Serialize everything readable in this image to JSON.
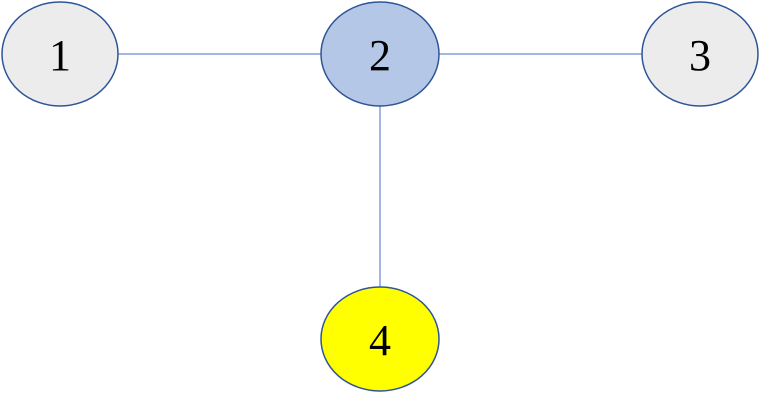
{
  "diagram": {
    "nodes": [
      {
        "id": "1",
        "label": "1",
        "fill": "#ececec",
        "stroke": "#2f5597"
      },
      {
        "id": "2",
        "label": "2",
        "fill": "#b4c7e7",
        "stroke": "#2f5597"
      },
      {
        "id": "3",
        "label": "3",
        "fill": "#ececec",
        "stroke": "#2f5597"
      },
      {
        "id": "4",
        "label": "4",
        "fill": "#ffff00",
        "stroke": "#2f5597"
      }
    ],
    "edges": [
      {
        "from": "1",
        "to": "2"
      },
      {
        "from": "2",
        "to": "3"
      },
      {
        "from": "2",
        "to": "4"
      }
    ],
    "edge_color": "#4472c4"
  }
}
